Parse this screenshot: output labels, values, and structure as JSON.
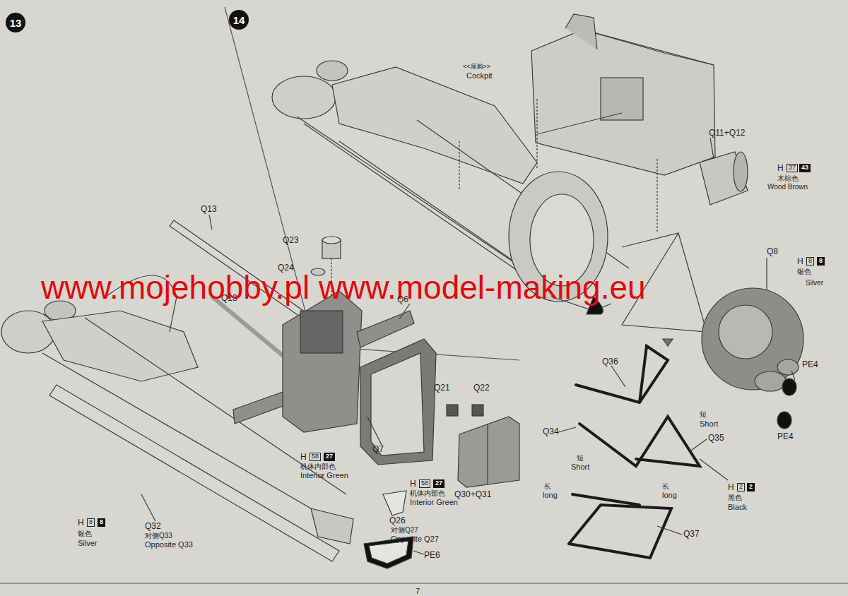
{
  "diagram": {
    "nodes": [
      {
        "text": [
          "13"
        ]
      },
      {
        "text": [
          "14"
        ]
      }
    ],
    "labels": [
      "<<座舱>>",
      "Cockpit",
      "Q11+Q12",
      "H",
      "37",
      "43",
      "木棕色",
      "Wood Brown",
      "Q8",
      "H",
      "8",
      "8",
      "银色",
      "Silver",
      "Q13",
      "Q23",
      "Q24",
      "Q13",
      "www.mojehobby.pl www.model-making.eu",
      "Q6",
      "PE4",
      "PE4",
      "Q36",
      "短",
      "Short",
      "Q34",
      "Q35",
      "短",
      "Short",
      "Q21",
      "Q22",
      "长",
      "long",
      "长",
      "long",
      "H",
      "2",
      "2",
      "黑色",
      "Black",
      "Q37",
      "Q7",
      "H",
      "58",
      "27",
      "机体内部色",
      "Interior Green",
      "Q30+Q31",
      "H",
      "58",
      "27",
      "机体内部色",
      "Interior Green",
      "Q26",
      "对侧Q27",
      "Opposite Q27",
      "H",
      "8",
      "8",
      "银色",
      "Silver",
      "Q32",
      "对侧Q33",
      "Opposite Q33",
      "PE6",
      "7"
    ]
  }
}
